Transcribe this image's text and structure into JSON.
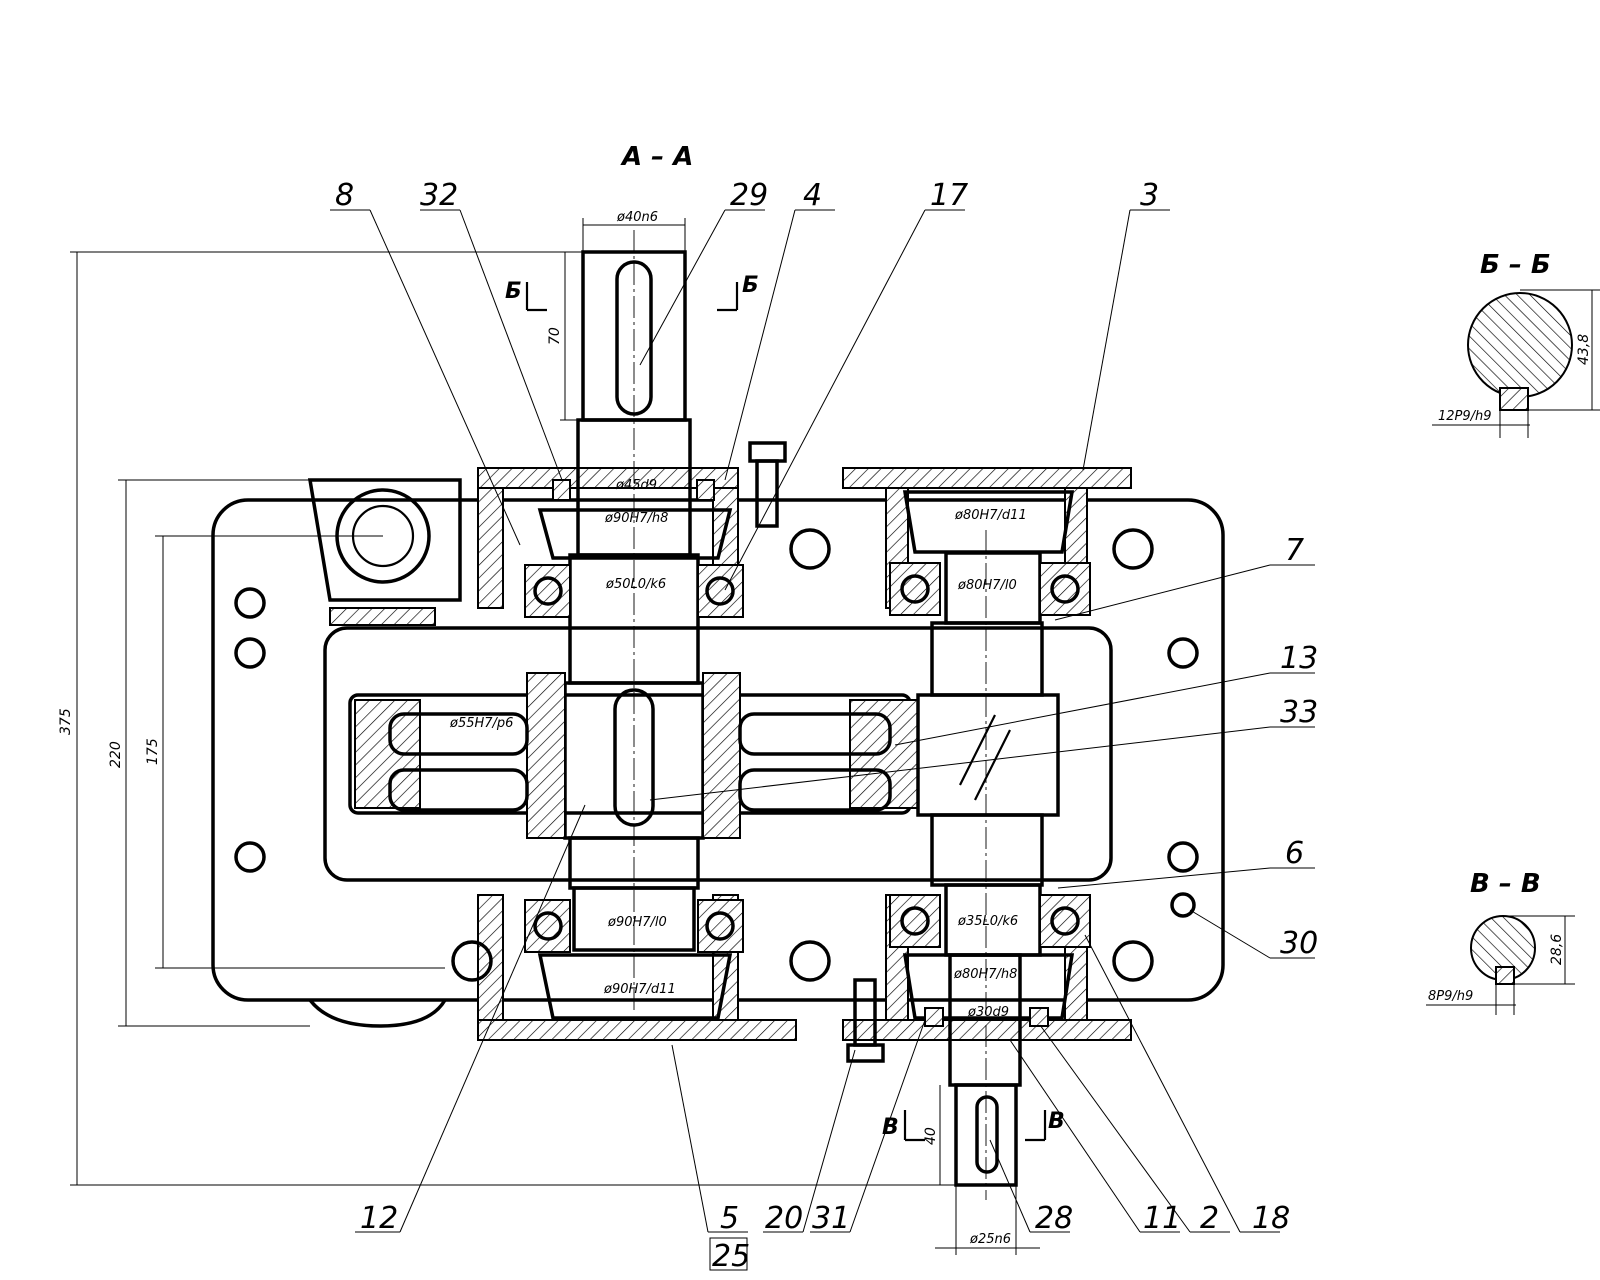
{
  "section_titles": {
    "main": "А – А",
    "b": "Б – Б",
    "v": "В – В",
    "cut_b_left": "Б",
    "cut_b_right": "Б",
    "cut_v_left": "В",
    "cut_v_right": "В"
  },
  "leaders": {
    "l8": "8",
    "l32": "32",
    "l29": "29",
    "l4": "4",
    "l17": "17",
    "l3": "3",
    "l7": "7",
    "l13": "13",
    "l33": "33",
    "l6": "6",
    "l30": "30",
    "l12": "12",
    "l5": "5",
    "l25": "25",
    "l20": "20",
    "l31": "31",
    "l28": "28",
    "l11": "11",
    "l2": "2",
    "l18": "18"
  },
  "dimensions": {
    "d40n6": "ø40n6",
    "d45d9": "ø45d9",
    "d90H7h8": "ø90H7/h8",
    "d50L0k6": "ø50L0/k6",
    "d55H7p6": "ø55H7/p6",
    "d90H7l0": "ø90H7/l0",
    "d90H7d11": "ø90H7/d11",
    "d80H7d11": "ø80H7/d11",
    "d80H7l0": "ø80H7/l0",
    "d35L0k6": "ø35L0/k6",
    "d80H7h8": "ø80H7/h8",
    "d30d9": "ø30d9",
    "d25n6": "ø25n6",
    "len70": "70",
    "len40": "40",
    "h375": "375",
    "h220": "220",
    "h175": "175",
    "b_key": "12P9/h9",
    "b_h": "43,8",
    "v_key": "8P9/h9",
    "v_h": "28,6"
  }
}
